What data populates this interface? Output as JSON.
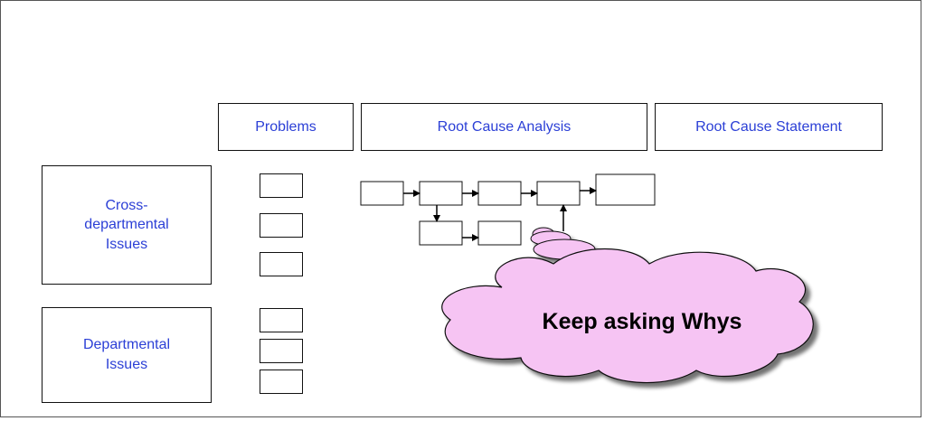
{
  "headers": {
    "problems": "Problems",
    "rca": "Root Cause Analysis",
    "statement": "Root Cause Statement"
  },
  "categories": {
    "cross": "Cross-\ndepartmental\nIssues",
    "dept": "Departmental\nIssues"
  },
  "cloud": {
    "text": "Keep asking Whys"
  },
  "colors": {
    "text": "#2b3fd6",
    "cloud_fill": "#f6c4f3"
  }
}
